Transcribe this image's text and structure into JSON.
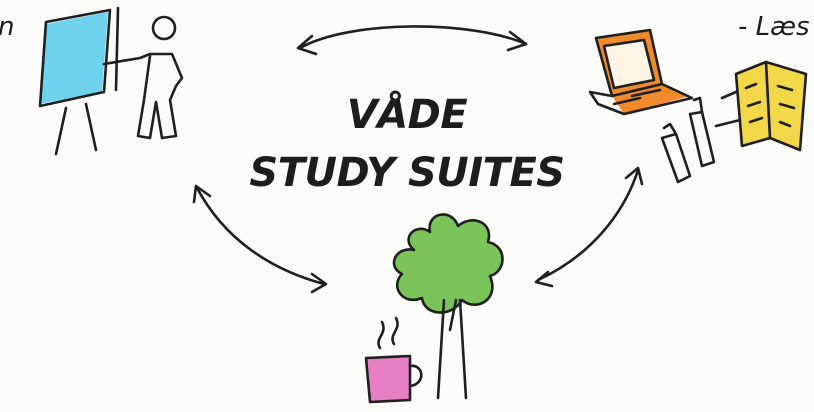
{
  "texts": {
    "left_fragment": "n",
    "right_fragment": "- Læs",
    "title_line_1": "VÅDE",
    "title_line_2": "STUDY SUITES"
  },
  "icons": {
    "presentation": "person-presenting-at-whiteboard-icon",
    "laptop": "laptop-icon",
    "notebook": "open-notebook-icon",
    "pens": "pen-and-marker-icon",
    "tree": "tree-icon",
    "mug": "coffee-mug-icon"
  },
  "colors": {
    "board": "#6fd3ee",
    "laptop": "#f08a2a",
    "notebook": "#f3d84a",
    "tree": "#7bc45a",
    "mug": "#e77fc4",
    "ink": "#1f1f1f"
  }
}
